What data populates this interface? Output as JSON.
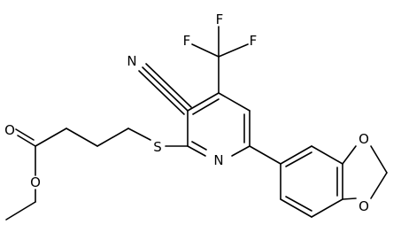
{
  "structure": {
    "atoms": [
      {
        "id": "F1",
        "label": "F"
      },
      {
        "id": "F2",
        "label": "F"
      },
      {
        "id": "F3",
        "label": "F"
      },
      {
        "id": "N_nitrile",
        "label": "N"
      },
      {
        "id": "S",
        "label": "S"
      },
      {
        "id": "N_ring",
        "label": "N"
      },
      {
        "id": "O_carbonyl",
        "label": "O"
      },
      {
        "id": "O_ester",
        "label": "O"
      },
      {
        "id": "O_diox1",
        "label": "O"
      },
      {
        "id": "O_diox2",
        "label": "O"
      }
    ]
  }
}
